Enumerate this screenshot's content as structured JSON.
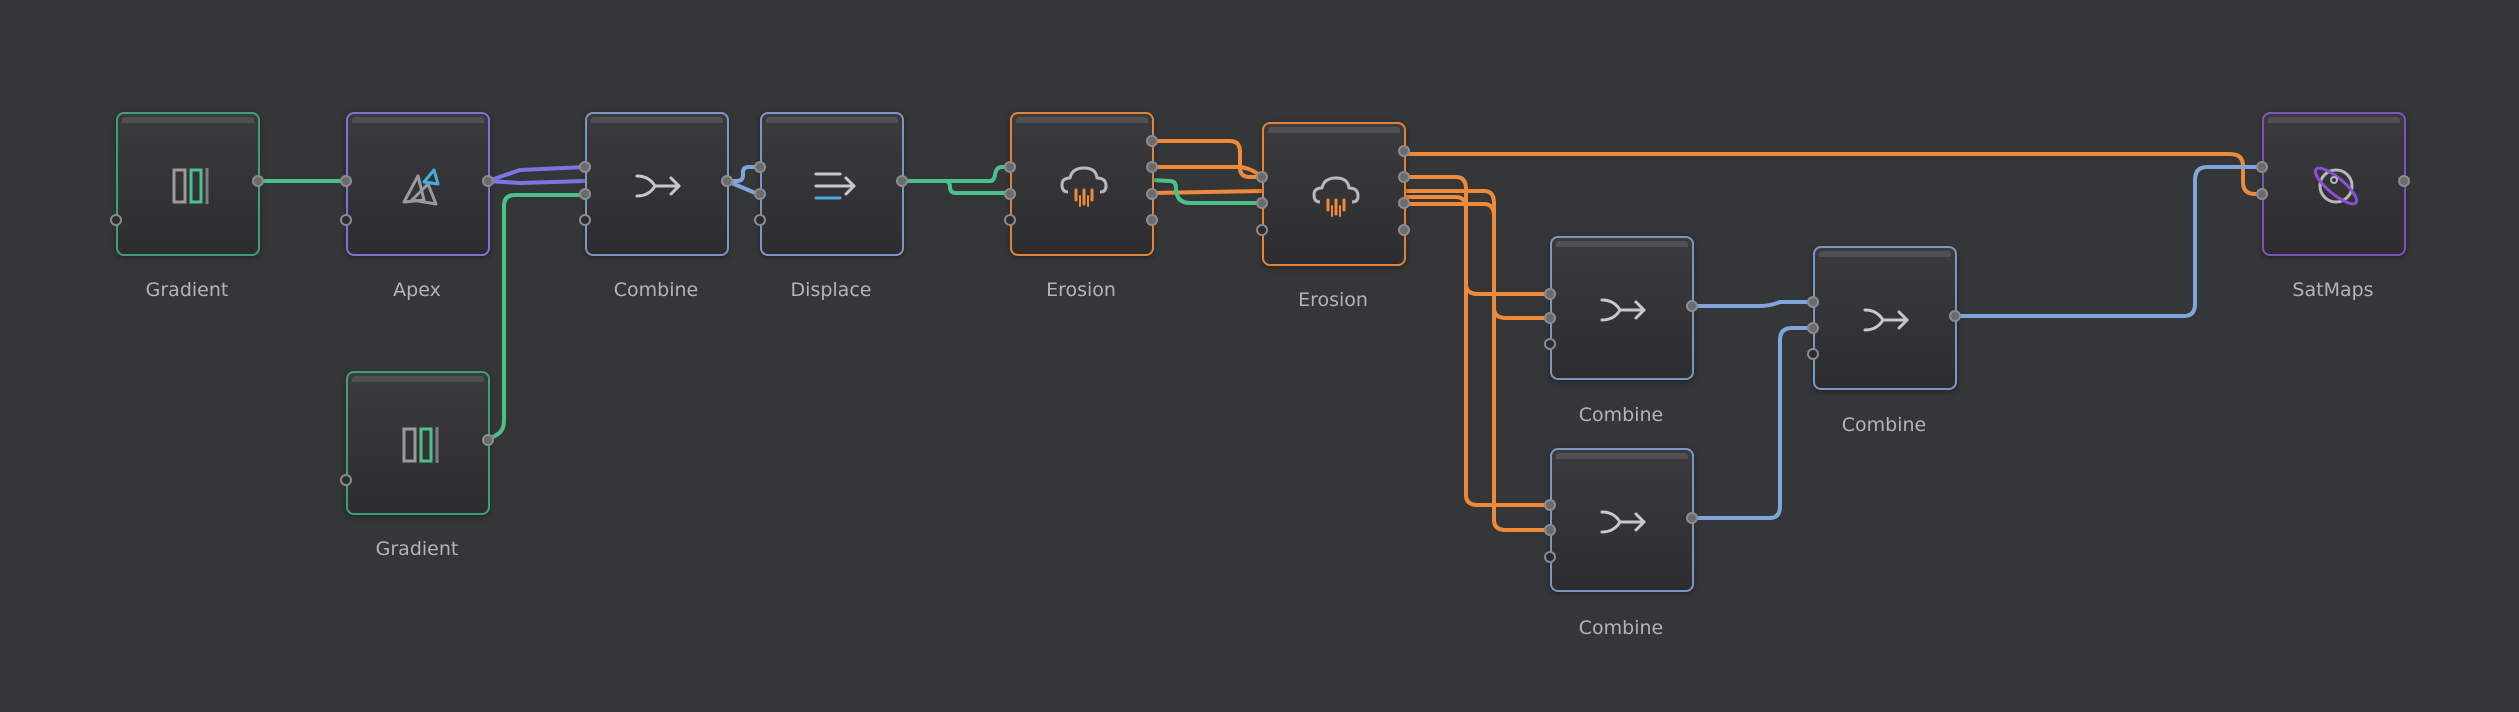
{
  "colors": {
    "background": "#353638",
    "gradient_accent": "#4cc08c",
    "apex_accent": "#7b74e6",
    "combine_accent": "#7fa6dc",
    "erosion_accent": "#ee8a3a",
    "satmaps_accent": "#8a4fd8"
  },
  "nodes": [
    {
      "id": "gradient-1",
      "label": "Gradient",
      "icon": "gradient-icon"
    },
    {
      "id": "apex",
      "label": "Apex",
      "icon": "apex-icon"
    },
    {
      "id": "gradient-2",
      "label": "Gradient",
      "icon": "gradient-icon"
    },
    {
      "id": "combine-1",
      "label": "Combine",
      "icon": "merge-icon"
    },
    {
      "id": "displace",
      "label": "Displace",
      "icon": "displace-icon"
    },
    {
      "id": "erosion-1",
      "label": "Erosion",
      "icon": "erosion-icon"
    },
    {
      "id": "erosion-2",
      "label": "Erosion",
      "icon": "erosion-icon"
    },
    {
      "id": "combine-2",
      "label": "Combine",
      "icon": "merge-icon"
    },
    {
      "id": "combine-3",
      "label": "Combine",
      "icon": "merge-icon"
    },
    {
      "id": "combine-4",
      "label": "Combine",
      "icon": "merge-icon"
    },
    {
      "id": "satmaps",
      "label": "SatMaps",
      "icon": "satmaps-icon"
    }
  ]
}
